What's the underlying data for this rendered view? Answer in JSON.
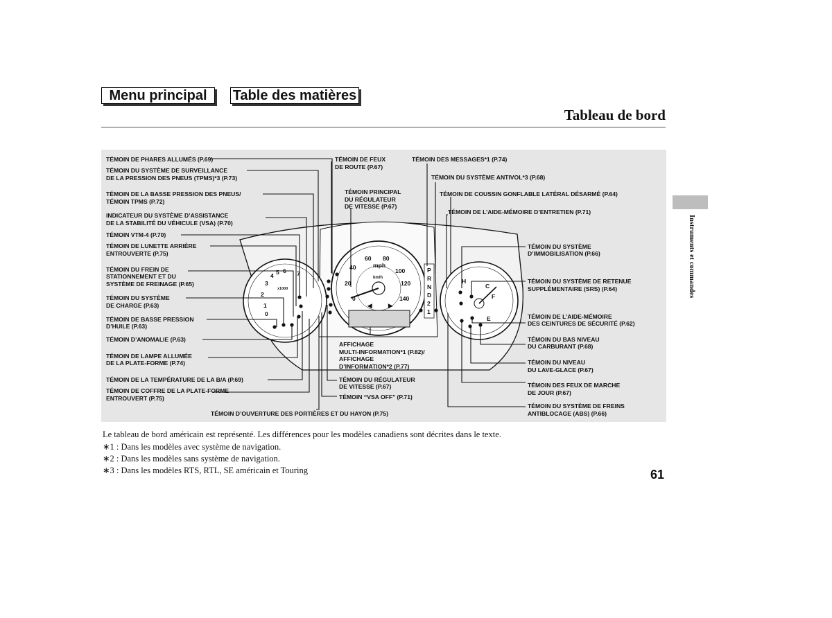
{
  "nav": {
    "main_menu": "Menu principal",
    "toc": "Table des matières"
  },
  "header": {
    "title": "Tableau de bord"
  },
  "side": {
    "label": "Instruments et commandes"
  },
  "figure": {
    "callouts_left": [
      {
        "id": "headlights",
        "lines": [
          "TÉMOIN DE PHARES ALLUMÉS (P.69)"
        ]
      },
      {
        "id": "tpms-system",
        "lines": [
          "TÉMOIN DU SYSTÈME DE SURVEILLANCE",
          "DE LA PRESSION DES PNEUS (TPMS)*3 (P.73)"
        ]
      },
      {
        "id": "low-tire",
        "lines": [
          "TÉMOIN DE LA BASSE PRESSION DES PNEUS/",
          "TÉMOIN TPMS (P.72)"
        ]
      },
      {
        "id": "vsa",
        "lines": [
          "INDICATEUR DU SYSTÈME D’ASSISTANCE",
          "DE LA STABILITÉ DU VÉHICULE (VSA) (P.70)"
        ]
      },
      {
        "id": "vtm4",
        "lines": [
          "TÉMOIN VTM-4 (P.70)"
        ]
      },
      {
        "id": "rear-window",
        "lines": [
          "TÉMOIN DE LUNETTE ARRIÈRE",
          "ENTROUVERTE (P.75)"
        ]
      },
      {
        "id": "parking-brake",
        "lines": [
          "TÉMOIN DU FREIN DE",
          "STATIONNEMENT ET DU",
          "SYSTÈME DE FREINAGE (P.65)"
        ]
      },
      {
        "id": "charging",
        "lines": [
          "TÉMOIN DU SYSTÈME",
          "DE CHARGE (P.63)"
        ]
      },
      {
        "id": "oil-pressure",
        "lines": [
          "TÉMOIN DE BASSE PRESSION",
          "D’HUILE (P.63)"
        ]
      },
      {
        "id": "malfunction",
        "lines": [
          "TÉMOIN D’ANOMALIE (P.63)"
        ]
      },
      {
        "id": "bed-lamp",
        "lines": [
          "TÉMOIN DE LAMPE ALLUMÉE",
          "DE LA PLATE-FORME (P.74)"
        ]
      },
      {
        "id": "atf-temp",
        "lines": [
          "TÉMOIN DE LA TEMPÉRATURE DE LA B/A (P.69)"
        ]
      },
      {
        "id": "trunk",
        "lines": [
          "TÉMOIN DE COFFRE DE LA PLATE-FORME",
          "ENTROUVERT (P.75)"
        ]
      }
    ],
    "callouts_mid": [
      {
        "id": "high-beam",
        "lines": [
          "TÉMOIN DE FEUX",
          "DE ROUTE (P.67)"
        ]
      },
      {
        "id": "cruise-main",
        "lines": [
          "TÉMOIN PRINCIPAL",
          "DU RÉGULATEUR",
          "DE VITESSE (P.67)"
        ]
      },
      {
        "id": "display",
        "lines": [
          "AFFICHAGE",
          "MULTI-INFORMATION*1 (P.82)/",
          "AFFICHAGE",
          "D’INFORMATION*2 (P.77)"
        ]
      },
      {
        "id": "cruise-control",
        "lines": [
          "TÉMOIN DU RÉGULATEUR",
          "DE VITESSE (P.67)"
        ]
      },
      {
        "id": "vsa-off",
        "lines": [
          "TÉMOIN ‘‘VSA OFF’’ (P.71)"
        ]
      },
      {
        "id": "doors",
        "lines": [
          "TÉMOIN D’OUVERTURE DES PORTIÈRES ET DU HAYON (P.75)"
        ]
      }
    ],
    "callouts_right": [
      {
        "id": "messages",
        "lines": [
          "TÉMOIN DES MESSAGES*1 (P.74)"
        ]
      },
      {
        "id": "antitheft",
        "lines": [
          "TÉMOIN DU SYSTÈME ANTIVOL*3 (P.68)"
        ]
      },
      {
        "id": "side-airbag",
        "lines": [
          "TÉMOIN DE COUSSIN GONFLABLE LATÉRAL DÉSARMÉ (P.64)"
        ]
      },
      {
        "id": "maintenance",
        "lines": [
          "TÉMOIN DE L’AIDE-MÉMOIRE D’ENTRETIEN (P.71)"
        ]
      },
      {
        "id": "immobilizer",
        "lines": [
          "TÉMOIN DU SYSTÈME",
          "D’IMMOBILISATION (P.66)"
        ]
      },
      {
        "id": "srs",
        "lines": [
          "TÉMOIN DU SYSTÈME DE RETENUE",
          "SUPPLÉMENTAIRE (SRS) (P.64)"
        ]
      },
      {
        "id": "seatbelt",
        "lines": [
          "TÉMOIN DE L’AIDE-MÉMOIRE",
          "DES CEINTURES DE SÉCURITÉ (P.62)"
        ]
      },
      {
        "id": "low-fuel",
        "lines": [
          "TÉMOIN DU BAS NIVEAU",
          "DU CARBURANT (P.68)"
        ]
      },
      {
        "id": "washer",
        "lines": [
          "TÉMOIN DU NIVEAU",
          "DU LAVE-GLACE (P.67)"
        ]
      },
      {
        "id": "drl",
        "lines": [
          "TÉMOIN DES FEUX DE MARCHE",
          "DE JOUR (P.67)"
        ]
      },
      {
        "id": "abs",
        "lines": [
          "TÉMOIN DU SYSTÈME DE FREINS",
          "ANTIBLOCAGE (ABS) (P.66)"
        ]
      }
    ],
    "speedo": {
      "unit": "mph",
      "unit2": "km/h",
      "ticks": [
        "20",
        "40",
        "60",
        "80",
        "100",
        "120",
        "140",
        "0"
      ]
    },
    "tacho": {
      "ticks": [
        "1",
        "2",
        "3",
        "4",
        "5",
        "6",
        "7",
        "0"
      ],
      "unit": "x1000"
    },
    "gear": [
      "P",
      "R",
      "N",
      "D",
      "2",
      "1"
    ],
    "fuel": {
      "full": "F",
      "empty": "E",
      "hot": "H",
      "cold": "C"
    }
  },
  "notes": [
    "Le tableau de bord américain est représenté. Les différences pour les modèles canadiens sont décrites dans le texte.",
    "∗1 : Dans les modèles avec système de navigation.",
    "∗2 : Dans les modèles sans système de navigation.",
    "∗3 : Dans les modèles RTS, RTL, SE américain et Touring"
  ],
  "page_number": "61"
}
